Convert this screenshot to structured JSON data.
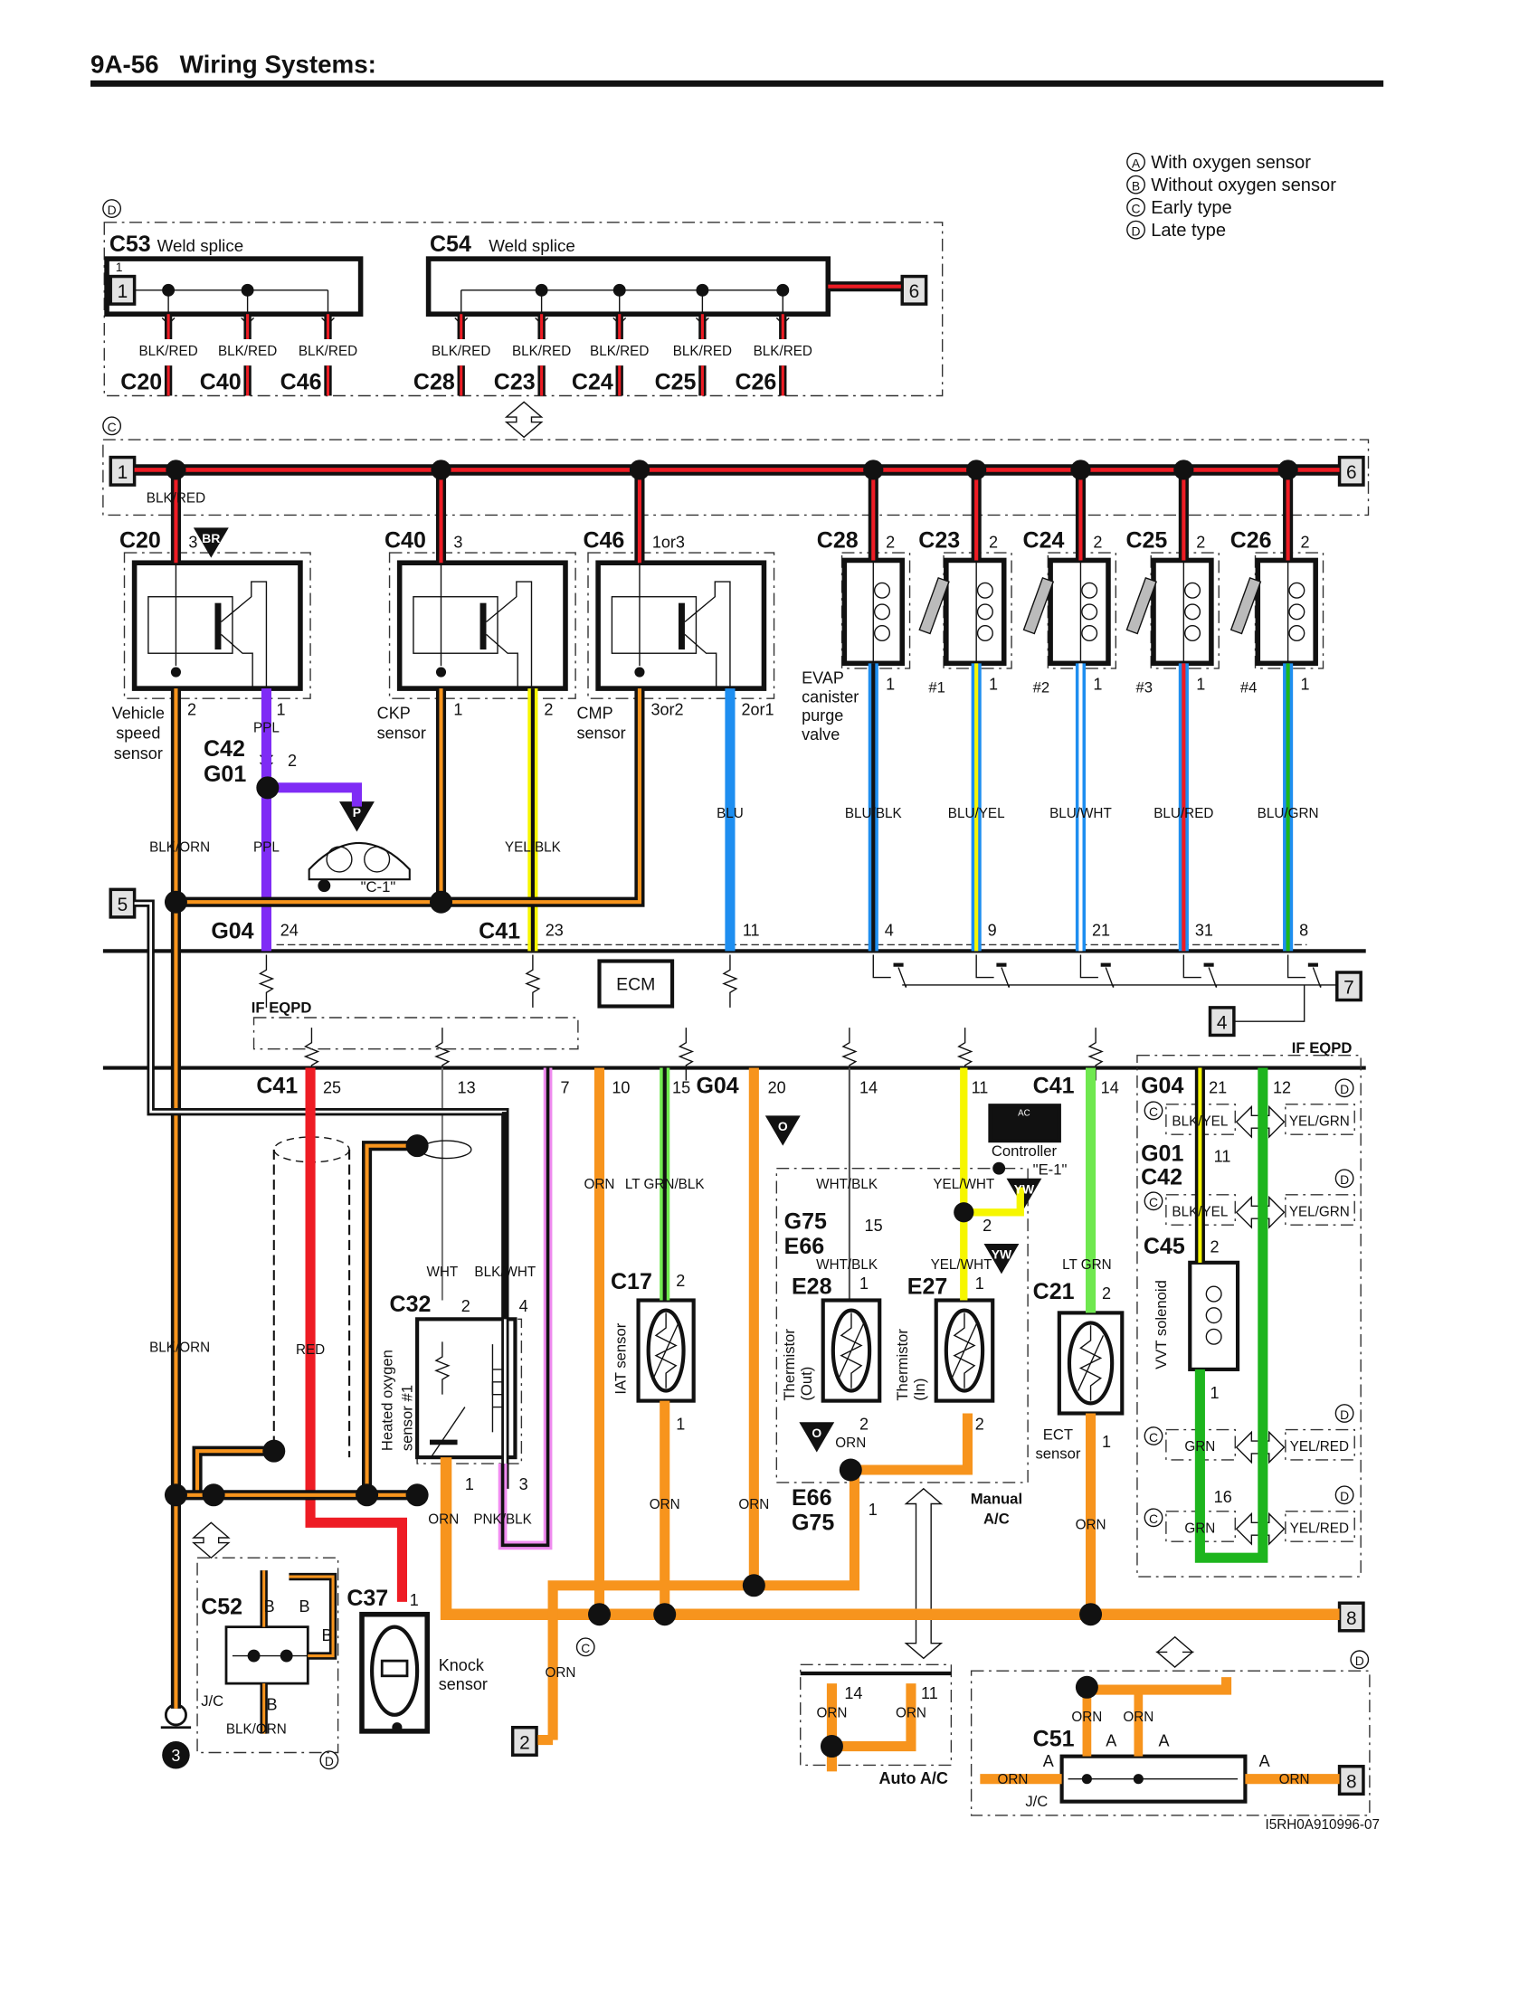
{
  "header": {
    "page": "9A-56",
    "title": "Wiring Systems:"
  },
  "legend": [
    {
      "mark": "A",
      "text": "With oxygen sensor"
    },
    {
      "mark": "B",
      "text": "Without oxygen sensor"
    },
    {
      "mark": "C",
      "text": "Early type"
    },
    {
      "mark": "D",
      "text": "Late type"
    }
  ],
  "variants": {
    "C": "C",
    "D": "D"
  },
  "weld_splice": "Weld splice",
  "conn": {
    "C53": "C53",
    "C54": "C54",
    "C20": "C20",
    "C40": "C40",
    "C46": "C46",
    "C28": "C28",
    "C23": "C23",
    "C24": "C24",
    "C25": "C25",
    "C26": "C26",
    "C42": "C42",
    "G01": "G01",
    "G04": "G04",
    "C41": "C41",
    "C32": "C32",
    "C17": "C17",
    "G75": "G75",
    "E66": "E66",
    "E28": "E28",
    "E27": "E27",
    "C21": "C21",
    "C45": "C45",
    "C37": "C37",
    "C52": "C52",
    "C51": "C51"
  },
  "pins": {
    "p1": "1",
    "p2": "2",
    "p3": "3",
    "p4": "4",
    "p7": "7",
    "p8": "8",
    "p9": "9",
    "p10": "10",
    "p11": "11",
    "p12": "12",
    "p13": "13",
    "p14": "14",
    "p15": "15",
    "p16": "16",
    "p20": "20",
    "p21": "21",
    "p23": "23",
    "p24": "24",
    "p25": "25",
    "p31": "31",
    "p1or3": "1or3",
    "p3or2": "3or2",
    "p2or1": "2or1",
    "A": "A",
    "B": "B"
  },
  "wires": {
    "BLK_RED": "BLK/RED",
    "BLK_ORN": "BLK/ORN",
    "PPL": "PPL",
    "YEL_BLK": "YEL/BLK",
    "BLU": "BLU",
    "BLU_BLK": "BLU/BLK",
    "BLU_YEL": "BLU/YEL",
    "BLU_WHT": "BLU/WHT",
    "BLU_RED": "BLU/RED",
    "BLU_GRN": "BLU/GRN",
    "ORN": "ORN",
    "LT_GRN_BLK": "LT GRN/BLK",
    "WHT": "WHT",
    "BLK_WHT": "BLK/WHT",
    "RED": "RED",
    "PNK_BLK": "PNK/BLK",
    "WHT_BLK": "WHT/BLK",
    "YEL_WHT": "YEL/WHT",
    "LT_GRN": "LT GRN",
    "BLK_YEL": "BLK/YEL",
    "YEL_GRN": "YEL/GRN",
    "GRN": "GRN",
    "YEL_RED": "YEL/RED"
  },
  "components": {
    "vss": [
      "Vehicle",
      "speed",
      "sensor"
    ],
    "ckp": [
      "CKP",
      "sensor"
    ],
    "cmp": [
      "CMP",
      "sensor"
    ],
    "evap": [
      "EVAP",
      "canister",
      "purge",
      "valve"
    ],
    "injectors": [
      "#1",
      "#2",
      "#3",
      "#4"
    ],
    "ho2": [
      "Heated oxygen",
      "sensor #1"
    ],
    "iat": "IAT sensor",
    "th_out": [
      "Thermistor",
      "(Out)"
    ],
    "th_in": [
      "Thermistor",
      "(In)"
    ],
    "ect": [
      "ECT",
      "sensor"
    ],
    "vvt": "VVT solenoid",
    "knock": [
      "Knock",
      "sensor"
    ],
    "controller": "Controller",
    "ac_badge": "AC",
    "ecm": "ECM",
    "jc": "J/C",
    "manual_ac": [
      "Manual",
      "A/C"
    ],
    "auto_ac": "Auto A/C",
    "if_eqpd": "IF EQPD",
    "ref_c1": "\"C-1\"",
    "ref_e1": "\"E-1\""
  },
  "terminals": {
    "t1": "1",
    "t2": "2",
    "t4": "4",
    "t5": "5",
    "t6": "6",
    "t7": "7",
    "t8": "8",
    "ground": "3"
  },
  "triangles": {
    "BR": "BR",
    "P": "P",
    "O": "O",
    "YW": "YW"
  },
  "footer_code": "I5RH0A910996-07",
  "colors": {
    "BLK": "#111111",
    "RED": "#ee1c24",
    "ORN": "#f7941d",
    "PPL": "#7f2cf5",
    "BLU": "#1e8ef0",
    "YEL": "#f6f600",
    "WHT": "#ffffff",
    "GRN": "#1db51d",
    "LT_GRN": "#6fe84f",
    "PNK": "#f08cf0",
    "BOX": "#e2e2e2"
  }
}
